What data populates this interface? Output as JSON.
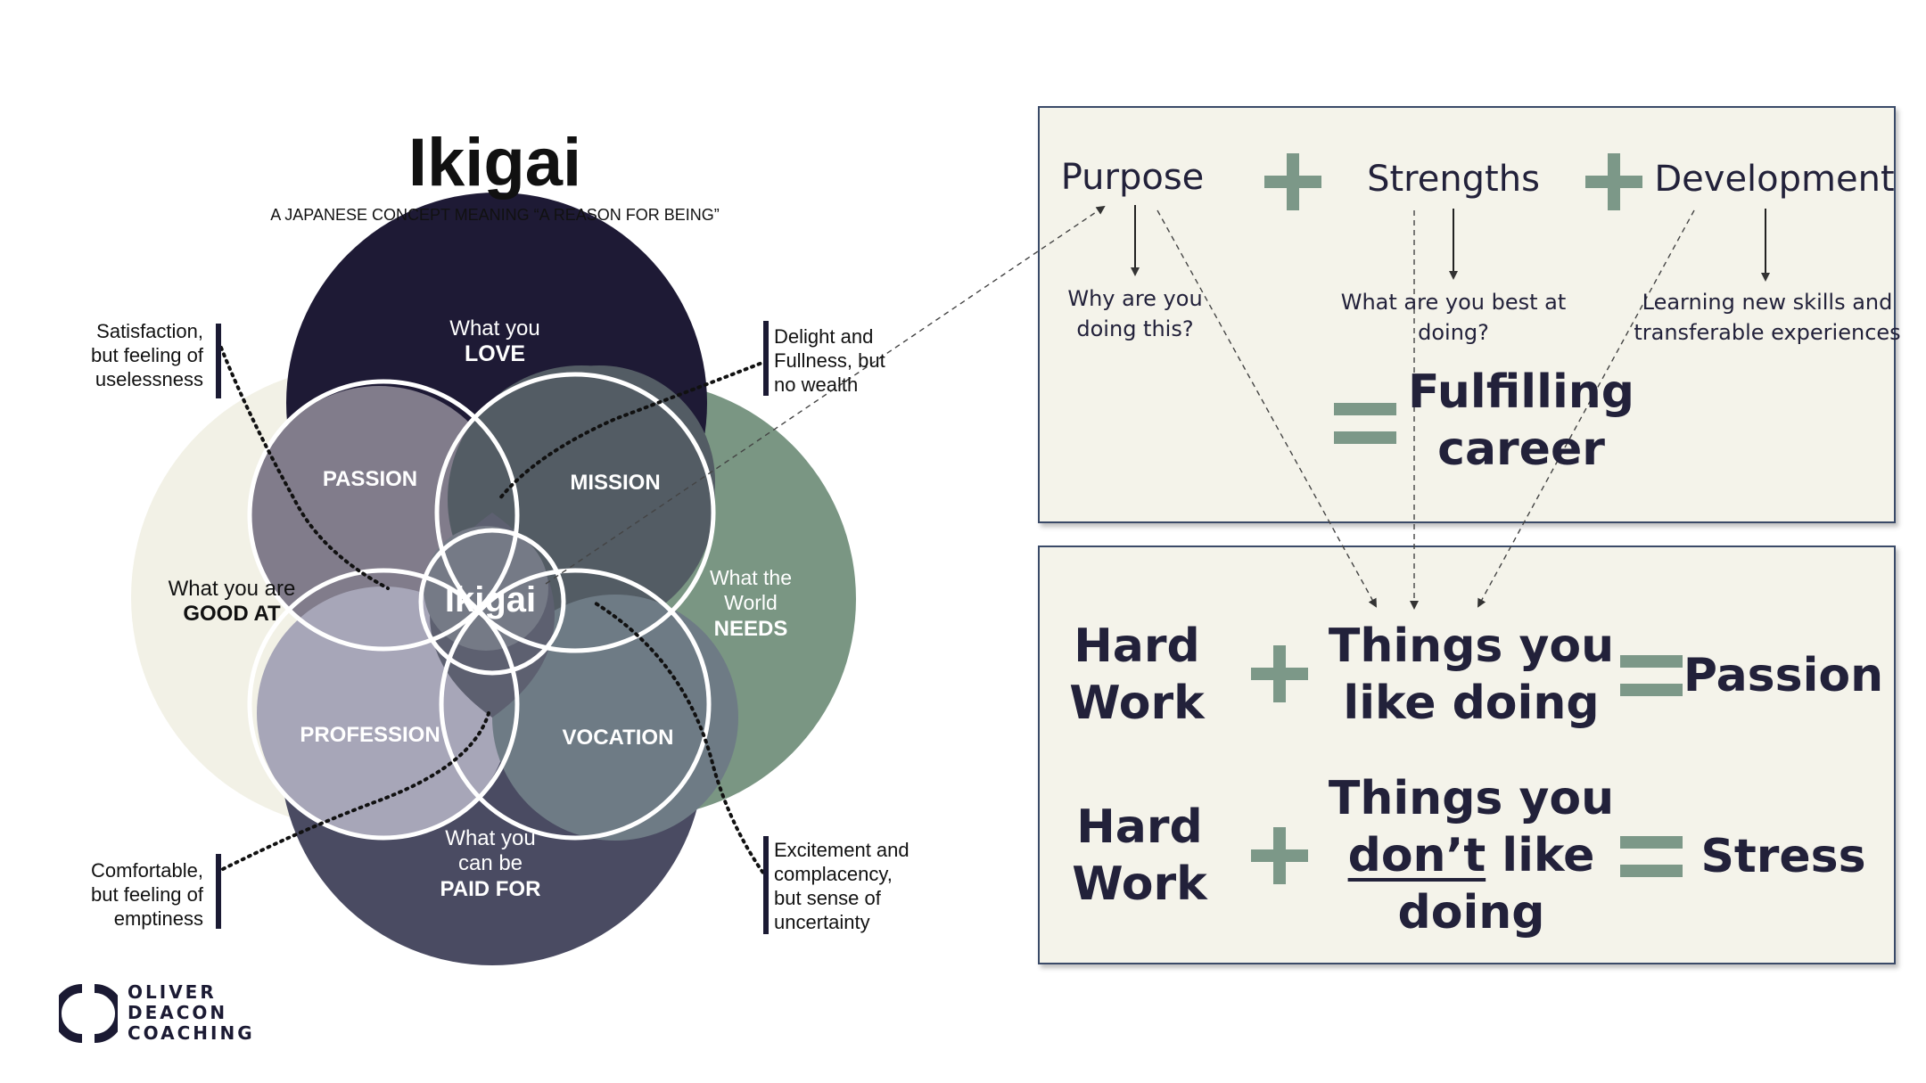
{
  "title": "Ikigai",
  "subtitle": "A JAPANESE CONCEPT MEANING “A REASON FOR BEING”",
  "circles": {
    "love": {
      "line1": "What you",
      "line2": "LOVE",
      "color": "#1e1a35"
    },
    "good_at": {
      "line1": "What you are",
      "line2": "GOOD AT",
      "color": "#f2f1e6"
    },
    "world_needs": {
      "line1": "What the",
      "line2": "World",
      "line3": "NEEDS",
      "color": "#7a9683"
    },
    "paid_for": {
      "line1": "What you",
      "line2": "can be",
      "line3": "PAID FOR",
      "color": "#4a4b62"
    }
  },
  "overlaps": {
    "passion": "PASSION",
    "mission": "MISSION",
    "profession": "PROFESSION",
    "vocation": "VOCATION",
    "center": "Ikigai"
  },
  "annotations": {
    "satisfaction": [
      "Satisfaction,",
      "but feeling of",
      "uselessness"
    ],
    "delight": [
      "Delight and",
      "Fullness, but",
      "no wealth"
    ],
    "comfortable": [
      "Comfortable,",
      "but feeling of",
      "emptiness"
    ],
    "excitement": [
      "Excitement and",
      "complacency,",
      "but sense of",
      "uncertainty"
    ]
  },
  "top_box": {
    "purpose": "Purpose",
    "strengths": "Strengths",
    "development": "Development",
    "purpose_q": [
      "Why are you",
      "doing this?"
    ],
    "strengths_q": [
      "What are you best at",
      "doing?"
    ],
    "development_q": [
      "Learning new skills and",
      "transferable experiences"
    ],
    "result": [
      "Fulfilling",
      "career"
    ]
  },
  "bottom_box": {
    "row1": {
      "left": [
        "Hard",
        "Work"
      ],
      "middle": [
        "Things you",
        "like doing"
      ],
      "right": "Passion"
    },
    "row2": {
      "left": [
        "Hard",
        "Work"
      ],
      "middle_line1": "Things you",
      "middle_underlined": "don’t",
      "middle_rest": " like",
      "middle_line3": "doing",
      "right": "Stress"
    }
  },
  "logo": [
    "OLIVER",
    "DEACON",
    "COACHING"
  ],
  "colors": {
    "accent": "#7c9888",
    "dark": "#1e1a35",
    "box_bg": "#f4f3ea",
    "box_border": "#3a4a68"
  }
}
